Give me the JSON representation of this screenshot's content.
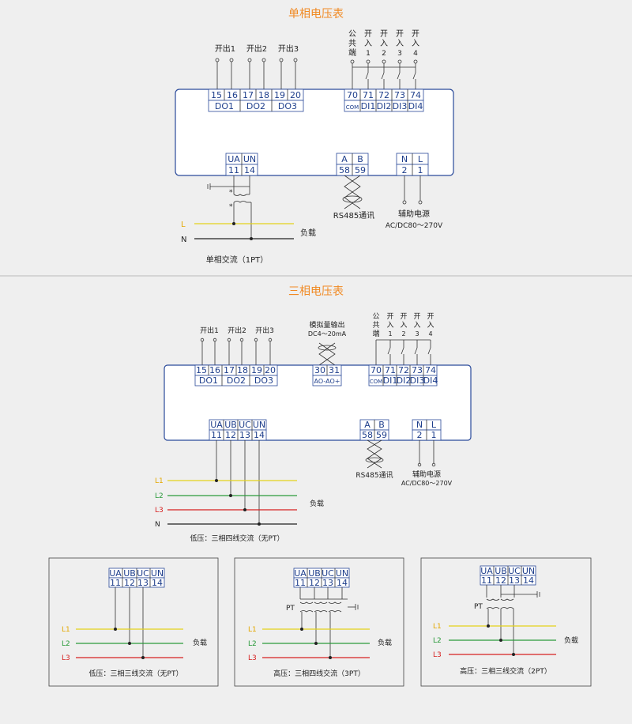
{
  "section1": {
    "title": "单相电压表",
    "do_labels": [
      "开出1",
      "开出2",
      "开出3"
    ],
    "terminals_do": [
      "15",
      "16",
      "17",
      "18",
      "19",
      "20"
    ],
    "do_names": [
      "DO1",
      "DO2",
      "DO3"
    ],
    "di_top": [
      "公",
      "共",
      "端"
    ],
    "di_headers": [
      [
        "开",
        "入",
        "1"
      ],
      [
        "开",
        "入",
        "2"
      ],
      [
        "开",
        "入",
        "3"
      ],
      [
        "开",
        "入",
        "4"
      ]
    ],
    "terminals_di": [
      "70",
      "71",
      "72",
      "73",
      "74"
    ],
    "di_names": [
      "COM",
      "DI1",
      "DI2",
      "DI3",
      "DI4"
    ],
    "voltage_names": [
      "UA",
      "UN"
    ],
    "voltage_nums": [
      "11",
      "14"
    ],
    "rs_names": [
      "A",
      "B"
    ],
    "rs_nums": [
      "58",
      "59"
    ],
    "power_names": [
      "N",
      "L"
    ],
    "power_nums": [
      "2",
      "1"
    ],
    "rs_label": "RS485通讯",
    "aux_label": "辅助电源",
    "aux_range": "AC/DC80～270V",
    "line_L": "L",
    "line_N": "N",
    "load": "负载",
    "caption": "单相交流（1PT）"
  },
  "section2": {
    "title": "三相电压表",
    "do_labels": [
      "开出1",
      "开出2",
      "开出3"
    ],
    "terminals_do": [
      "15",
      "16",
      "17",
      "18",
      "19",
      "20"
    ],
    "do_names": [
      "DO1",
      "DO2",
      "DO3"
    ],
    "ao_label": "模拟量输出",
    "ao_range": "DC4～20mA",
    "ao_nums": [
      "30",
      "31"
    ],
    "ao_names": "AO-AO+",
    "di_top": [
      "公",
      "共",
      "端"
    ],
    "di_headers": [
      [
        "开",
        "入",
        "1"
      ],
      [
        "开",
        "入",
        "2"
      ],
      [
        "开",
        "入",
        "3"
      ],
      [
        "开",
        "入",
        "4"
      ]
    ],
    "terminals_di": [
      "70",
      "71",
      "72",
      "73",
      "74"
    ],
    "di_names": [
      "COM",
      "DI1",
      "DI2",
      "DI3",
      "DI4"
    ],
    "voltage_names": [
      "UA",
      "UB",
      "UC",
      "UN"
    ],
    "voltage_nums": [
      "11",
      "12",
      "13",
      "14"
    ],
    "rs_names": [
      "A",
      "B"
    ],
    "rs_nums": [
      "58",
      "59"
    ],
    "power_names": [
      "N",
      "L"
    ],
    "power_nums": [
      "2",
      "1"
    ],
    "rs_label": "RS485通讯",
    "aux_label": "辅助电源",
    "aux_range": "AC/DC80～270V",
    "lines": [
      "L1",
      "L2",
      "L3",
      "N"
    ],
    "load": "负载",
    "caption": "低压：三相四线交流（无PT）"
  },
  "sub": [
    {
      "names": [
        "UA",
        "UB",
        "UC",
        "UN"
      ],
      "nums": [
        "11",
        "12",
        "13",
        "14"
      ],
      "lines": [
        "L1",
        "L2",
        "L3"
      ],
      "load": "负载",
      "caption": "低压：三相三线交流（无PT）"
    },
    {
      "names": [
        "UA",
        "UB",
        "UC",
        "UN"
      ],
      "nums": [
        "11",
        "12",
        "13",
        "14"
      ],
      "lines": [
        "L1",
        "L2",
        "L3"
      ],
      "load": "负载",
      "pt": "PT",
      "caption": "高压：三相四线交流（3PT）"
    },
    {
      "names": [
        "UA",
        "UB",
        "UC",
        "UN"
      ],
      "nums": [
        "11",
        "12",
        "13",
        "14"
      ],
      "lines": [
        "L1",
        "L2",
        "L3"
      ],
      "load": "负载",
      "pt": "PT",
      "caption": "高压：三相三线交流（2PT）"
    }
  ]
}
